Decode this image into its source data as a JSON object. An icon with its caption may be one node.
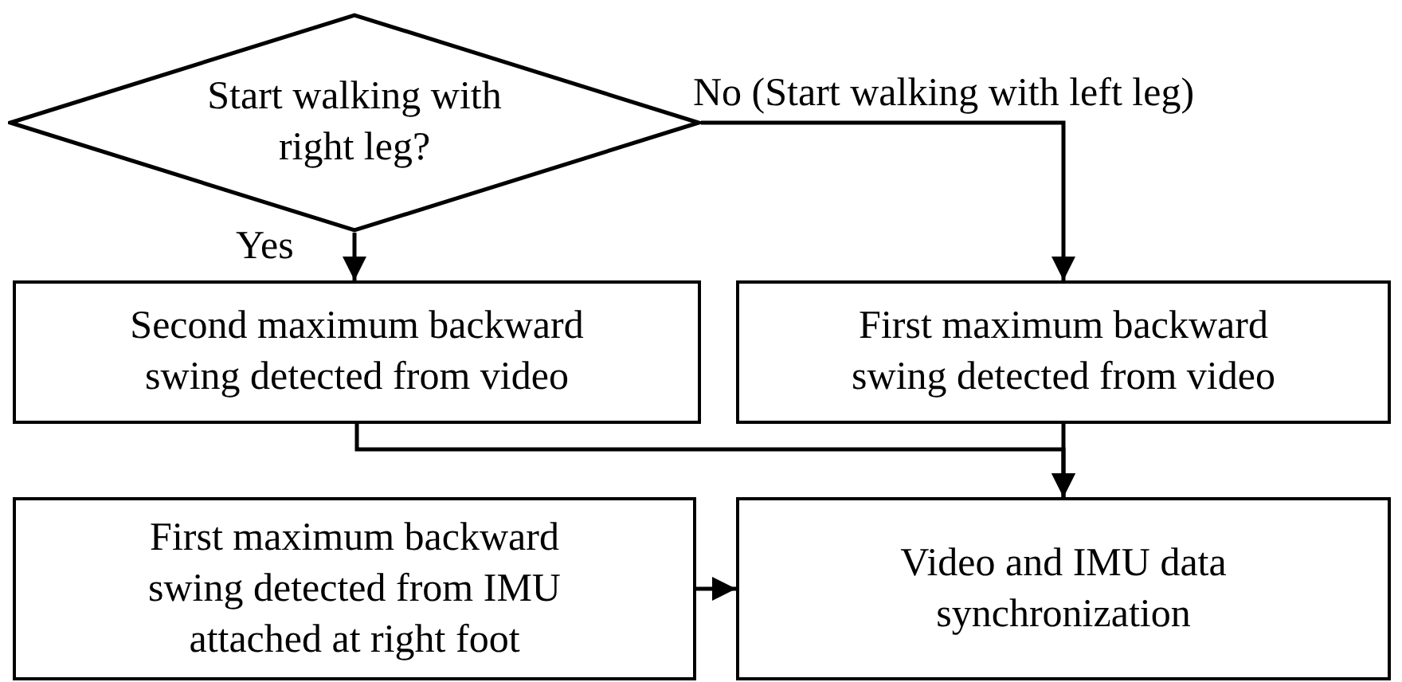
{
  "diagram": {
    "nodes": [
      {
        "text": [
          "Start walking with right leg?"
        ]
      },
      {
        "text": [
          "Second maximum backward swing detected from video"
        ]
      },
      {
        "text": [
          "First maximum backward swing detected from video"
        ]
      },
      {
        "text": [
          "First maximum backward swing detected from IMU attached at right foot"
        ]
      },
      {
        "text": [
          "Video and IMU data synchronization"
        ]
      }
    ],
    "edges": [
      {
        "from": 0,
        "to": 1,
        "arrow": "to",
        "label": "Yes"
      },
      {
        "from": 0,
        "to": 2,
        "arrow": "to",
        "label": "No (Start walking with left leg)"
      },
      {
        "from": 1,
        "to": 4,
        "arrow": "to"
      },
      {
        "from": 2,
        "to": 4,
        "arrow": "to"
      },
      {
        "from": 3,
        "to": 4,
        "arrow": "to"
      }
    ]
  }
}
